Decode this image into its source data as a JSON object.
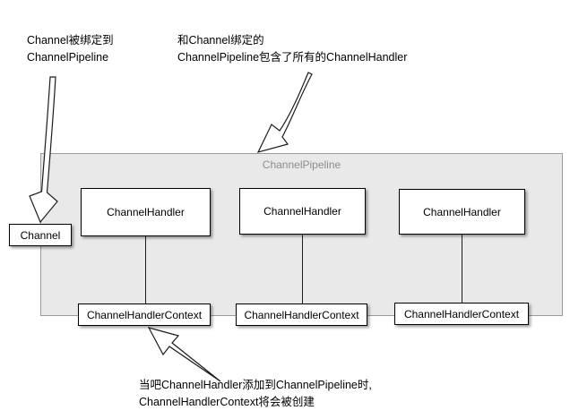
{
  "pipeline": {
    "label": "ChannelPipeline"
  },
  "channel": {
    "label": "Channel"
  },
  "handlers": [
    {
      "label": "ChannelHandler"
    },
    {
      "label": "ChannelHandler"
    },
    {
      "label": "ChannelHandler"
    }
  ],
  "contexts": [
    {
      "label": "ChannelHandlerContext"
    },
    {
      "label": "ChannelHandlerContext"
    },
    {
      "label": "ChannelHandlerContext"
    }
  ],
  "annotations": {
    "channel_binding": {
      "line1": "Channel被绑定到",
      "line2": "ChannelPipeline"
    },
    "pipeline_contains": {
      "line1": "和Channel绑定的",
      "line2": "ChannelPipeline包含了所有的ChannelHandler"
    },
    "context_creation": {
      "line1": "当吧ChannelHandler添加到ChannelPipeline时,",
      "line2": "ChannelHandlerContext将会被创建"
    }
  },
  "icons": {
    "arrow_channel": "hollow-arrow-down",
    "arrow_pipeline": "hollow-arrow-down-left",
    "arrow_context": "hollow-arrow-up-left"
  },
  "colors": {
    "pipeline_fill": "#e9e9e9",
    "pipeline_border": "#9b9b9b",
    "pipeline_label_text": "#8c8c8c",
    "box_fill": "#ffffff",
    "box_border": "#000000",
    "annotation_text": "#000000"
  }
}
